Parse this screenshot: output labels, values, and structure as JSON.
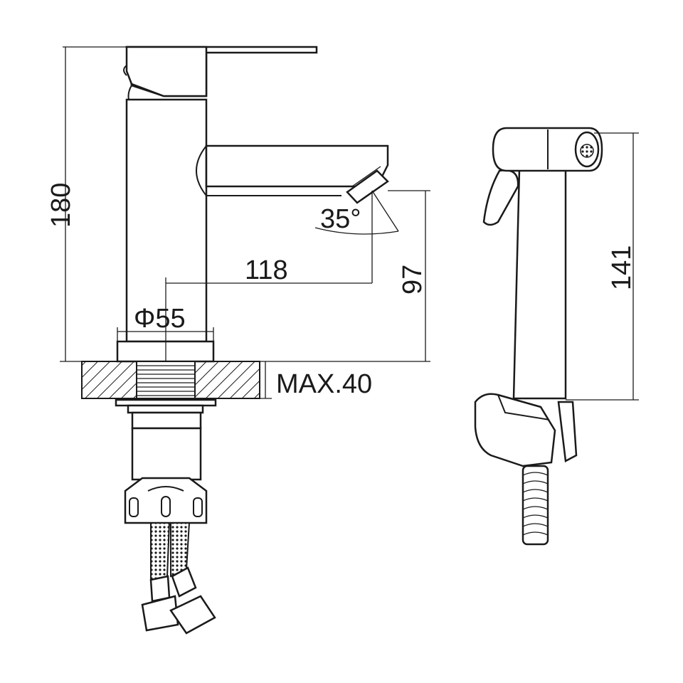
{
  "drawing": {
    "colors": {
      "line": "#1a1a1a",
      "background": "#ffffff"
    },
    "faucet": {
      "dimensions": {
        "height": "180",
        "spout_reach": "118",
        "spout_angle": "35°",
        "spout_height": "97",
        "base_diameter": "Φ55",
        "max_counter_thickness": "MAX.40"
      }
    },
    "hand_spray": {
      "dimensions": {
        "height": "141"
      }
    }
  }
}
